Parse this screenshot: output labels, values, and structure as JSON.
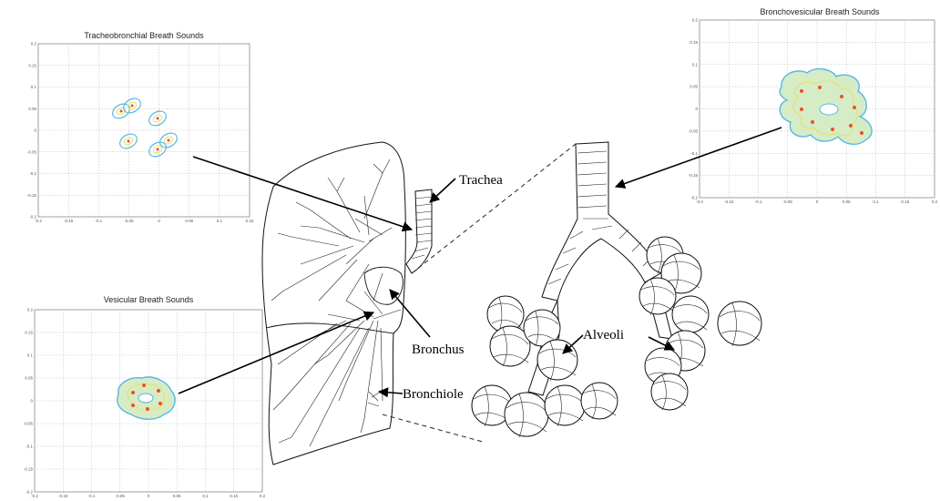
{
  "plots": [
    {
      "id": "tracheobronchial",
      "title": "Tracheobronchial Breath Sounds",
      "yticks": [
        "0.2",
        "0.15",
        "0.1",
        "0.05",
        "0",
        "-0.05",
        "-0.1",
        "-0.15",
        "-0.2"
      ],
      "xticks": [
        "-0.2",
        "-0.15",
        "-0.1",
        "-0.05",
        "0",
        "0.05",
        "0.1",
        "0.15"
      ]
    },
    {
      "id": "vesicular",
      "title": "Vesicular Breath Sounds",
      "yticks": [
        "0.2",
        "0.15",
        "0.1",
        "0.05",
        "0",
        "-0.05",
        "-0.1",
        "-0.15",
        "-0.2"
      ],
      "xticks": [
        "-0.2",
        "-0.15",
        "-0.1",
        "-0.05",
        "0",
        "0.05",
        "0.1",
        "0.15",
        "0.2"
      ]
    },
    {
      "id": "bronchovesicular",
      "title": "Bronchovesicular Breath Sounds",
      "yticks": [
        "0.2",
        "0.15",
        "0.1",
        "0.05",
        "0",
        "-0.05",
        "-0.1",
        "-0.15",
        "-0.2"
      ],
      "xticks": [
        "-0.2",
        "-0.15",
        "-0.1",
        "-0.05",
        "0",
        "0.05",
        "0.1",
        "0.15",
        "0.2"
      ]
    }
  ],
  "labels": {
    "trachea": "Trachea",
    "bronchus": "Bronchus",
    "bronchiole": "Bronchiole",
    "alveoli": "Alveoli"
  },
  "colors": {
    "contour_outer": "#55b8e8",
    "contour_mid": "#e8e060",
    "contour_inner": "#e85030"
  }
}
